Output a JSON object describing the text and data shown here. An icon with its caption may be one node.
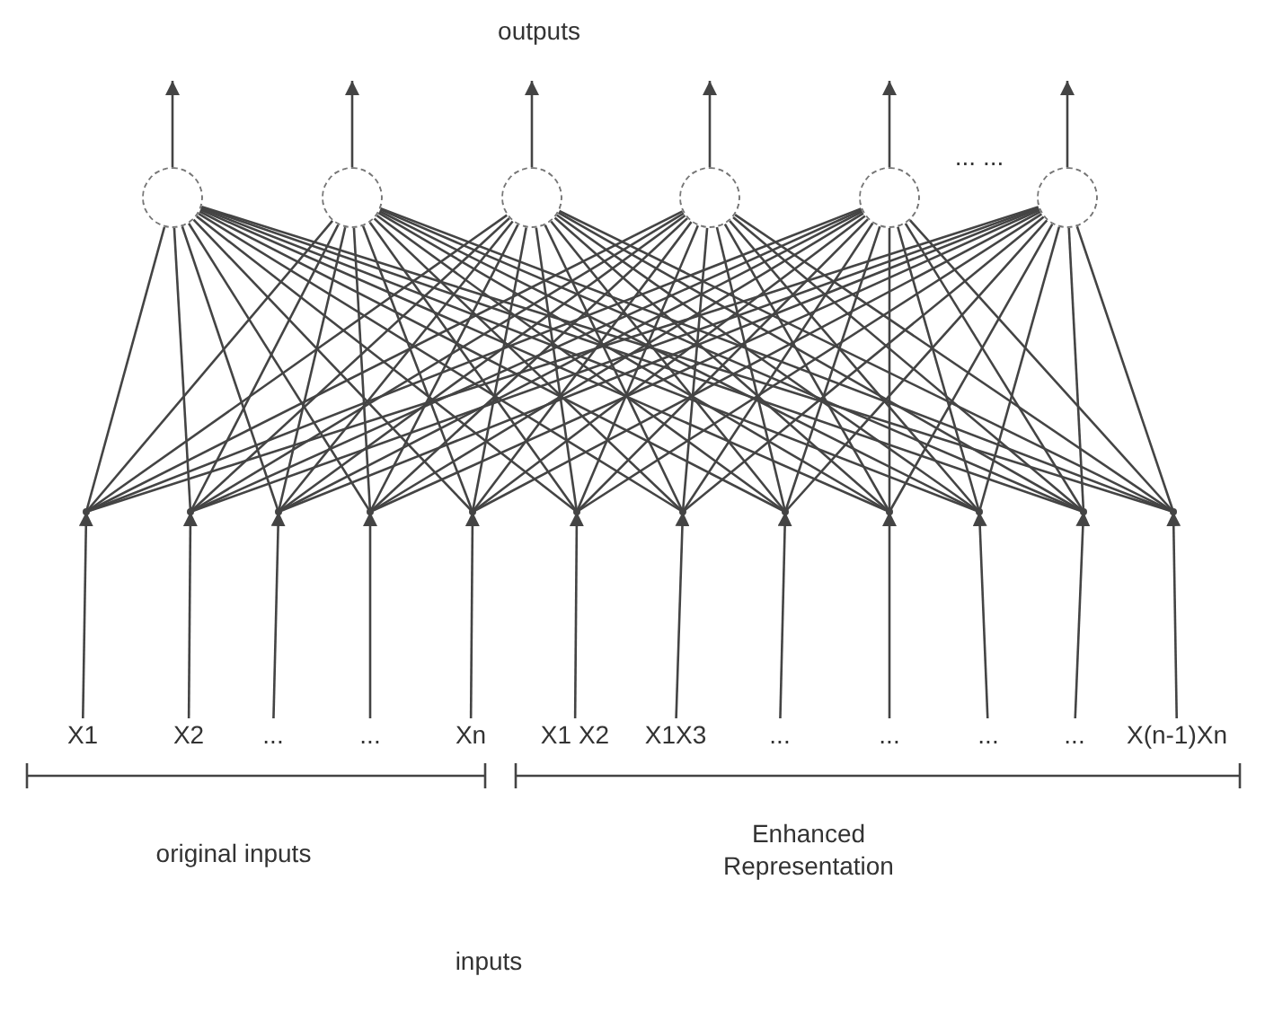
{
  "diagram": {
    "nodes": [
      {
        "text": [],
        "shape": "circle"
      },
      {
        "text": [],
        "shape": "circle"
      },
      {
        "text": [],
        "shape": "circle"
      },
      {
        "text": [],
        "shape": "circle"
      },
      {
        "text": [],
        "shape": "circle"
      },
      {
        "text": [],
        "shape": "circle"
      },
      {
        "text": [],
        "shape": "point"
      },
      {
        "text": [],
        "shape": "point"
      },
      {
        "text": [],
        "shape": "point"
      },
      {
        "text": [],
        "shape": "point"
      },
      {
        "text": [],
        "shape": "point"
      },
      {
        "text": [],
        "shape": "point"
      },
      {
        "text": [],
        "shape": "point"
      },
      {
        "text": [],
        "shape": "point"
      },
      {
        "text": [],
        "shape": "point"
      },
      {
        "text": [],
        "shape": "point"
      },
      {
        "text": [],
        "shape": "point"
      },
      {
        "text": [],
        "shape": "point"
      },
      {
        "text": [
          "X1"
        ]
      },
      {
        "text": [
          "X2"
        ]
      },
      {
        "text": [
          "..."
        ]
      },
      {
        "text": [
          "..."
        ]
      },
      {
        "text": [
          "Xn"
        ]
      },
      {
        "text": [
          "X1 X2"
        ]
      },
      {
        "text": [
          "X1X3"
        ]
      },
      {
        "text": [
          "..."
        ]
      },
      {
        "text": [
          "..."
        ]
      },
      {
        "text": [
          "..."
        ]
      },
      {
        "text": [
          "..."
        ]
      },
      {
        "text": [
          "X(n-1)Xn"
        ]
      }
    ],
    "edges": [
      {
        "from": 0,
        "to": null,
        "arrow": "to"
      },
      {
        "from": 1,
        "to": null,
        "arrow": "to"
      },
      {
        "from": 2,
        "to": null,
        "arrow": "to"
      },
      {
        "from": 3,
        "to": null,
        "arrow": "to"
      },
      {
        "from": 4,
        "to": null,
        "arrow": "to"
      },
      {
        "from": 5,
        "to": null,
        "arrow": "to"
      },
      {
        "from": 18,
        "to": 6,
        "arrow": "to"
      },
      {
        "from": 19,
        "to": 7,
        "arrow": "to"
      },
      {
        "from": 20,
        "to": 8,
        "arrow": "to"
      },
      {
        "from": 21,
        "to": 9,
        "arrow": "to"
      },
      {
        "from": 22,
        "to": 10,
        "arrow": "to"
      },
      {
        "from": 23,
        "to": 11,
        "arrow": "to"
      },
      {
        "from": 24,
        "to": 12,
        "arrow": "to"
      },
      {
        "from": 25,
        "to": 13,
        "arrow": "to"
      },
      {
        "from": 26,
        "to": 14,
        "arrow": "to"
      },
      {
        "from": 27,
        "to": 15,
        "arrow": "to"
      },
      {
        "from": 28,
        "to": 16,
        "arrow": "to"
      },
      {
        "from": 29,
        "to": 17,
        "arrow": "to"
      },
      {
        "from": 6,
        "to": 0,
        "arrow": "none"
      },
      {
        "from": 6,
        "to": 1,
        "arrow": "none"
      },
      {
        "from": 6,
        "to": 2,
        "arrow": "none"
      },
      {
        "from": 6,
        "to": 3,
        "arrow": "none"
      },
      {
        "from": 6,
        "to": 4,
        "arrow": "none"
      },
      {
        "from": 6,
        "to": 5,
        "arrow": "none"
      },
      {
        "from": 7,
        "to": 0,
        "arrow": "none"
      },
      {
        "from": 7,
        "to": 1,
        "arrow": "none"
      },
      {
        "from": 7,
        "to": 2,
        "arrow": "none"
      },
      {
        "from": 7,
        "to": 3,
        "arrow": "none"
      },
      {
        "from": 7,
        "to": 4,
        "arrow": "none"
      },
      {
        "from": 7,
        "to": 5,
        "arrow": "none"
      },
      {
        "from": 8,
        "to": 0,
        "arrow": "none"
      },
      {
        "from": 8,
        "to": 1,
        "arrow": "none"
      },
      {
        "from": 8,
        "to": 2,
        "arrow": "none"
      },
      {
        "from": 8,
        "to": 3,
        "arrow": "none"
      },
      {
        "from": 8,
        "to": 4,
        "arrow": "none"
      },
      {
        "from": 8,
        "to": 5,
        "arrow": "none"
      },
      {
        "from": 9,
        "to": 0,
        "arrow": "none"
      },
      {
        "from": 9,
        "to": 1,
        "arrow": "none"
      },
      {
        "from": 9,
        "to": 2,
        "arrow": "none"
      },
      {
        "from": 9,
        "to": 3,
        "arrow": "none"
      },
      {
        "from": 9,
        "to": 4,
        "arrow": "none"
      },
      {
        "from": 9,
        "to": 5,
        "arrow": "none"
      },
      {
        "from": 10,
        "to": 0,
        "arrow": "none"
      },
      {
        "from": 10,
        "to": 1,
        "arrow": "none"
      },
      {
        "from": 10,
        "to": 2,
        "arrow": "none"
      },
      {
        "from": 10,
        "to": 3,
        "arrow": "none"
      },
      {
        "from": 10,
        "to": 4,
        "arrow": "none"
      },
      {
        "from": 10,
        "to": 5,
        "arrow": "none"
      },
      {
        "from": 11,
        "to": 0,
        "arrow": "none"
      },
      {
        "from": 11,
        "to": 1,
        "arrow": "none"
      },
      {
        "from": 11,
        "to": 2,
        "arrow": "none"
      },
      {
        "from": 11,
        "to": 3,
        "arrow": "none"
      },
      {
        "from": 11,
        "to": 4,
        "arrow": "none"
      },
      {
        "from": 11,
        "to": 5,
        "arrow": "none"
      },
      {
        "from": 12,
        "to": 0,
        "arrow": "none"
      },
      {
        "from": 12,
        "to": 1,
        "arrow": "none"
      },
      {
        "from": 12,
        "to": 2,
        "arrow": "none"
      },
      {
        "from": 12,
        "to": 3,
        "arrow": "none"
      },
      {
        "from": 12,
        "to": 4,
        "arrow": "none"
      },
      {
        "from": 12,
        "to": 5,
        "arrow": "none"
      },
      {
        "from": 13,
        "to": 0,
        "arrow": "none"
      },
      {
        "from": 13,
        "to": 1,
        "arrow": "none"
      },
      {
        "from": 13,
        "to": 2,
        "arrow": "none"
      },
      {
        "from": 13,
        "to": 3,
        "arrow": "none"
      },
      {
        "from": 13,
        "to": 4,
        "arrow": "none"
      },
      {
        "from": 13,
        "to": 5,
        "arrow": "none"
      },
      {
        "from": 14,
        "to": 0,
        "arrow": "none"
      },
      {
        "from": 14,
        "to": 1,
        "arrow": "none"
      },
      {
        "from": 14,
        "to": 2,
        "arrow": "none"
      },
      {
        "from": 14,
        "to": 3,
        "arrow": "none"
      },
      {
        "from": 14,
        "to": 4,
        "arrow": "none"
      },
      {
        "from": 14,
        "to": 5,
        "arrow": "none"
      },
      {
        "from": 15,
        "to": 0,
        "arrow": "none"
      },
      {
        "from": 15,
        "to": 1,
        "arrow": "none"
      },
      {
        "from": 15,
        "to": 2,
        "arrow": "none"
      },
      {
        "from": 15,
        "to": 3,
        "arrow": "none"
      },
      {
        "from": 15,
        "to": 4,
        "arrow": "none"
      },
      {
        "from": 15,
        "to": 5,
        "arrow": "none"
      },
      {
        "from": 16,
        "to": 0,
        "arrow": "none"
      },
      {
        "from": 16,
        "to": 1,
        "arrow": "none"
      },
      {
        "from": 16,
        "to": 2,
        "arrow": "none"
      },
      {
        "from": 16,
        "to": 3,
        "arrow": "none"
      },
      {
        "from": 16,
        "to": 4,
        "arrow": "none"
      },
      {
        "from": 16,
        "to": 5,
        "arrow": "none"
      },
      {
        "from": 17,
        "to": 0,
        "arrow": "none"
      },
      {
        "from": 17,
        "to": 1,
        "arrow": "none"
      },
      {
        "from": 17,
        "to": 2,
        "arrow": "none"
      },
      {
        "from": 17,
        "to": 3,
        "arrow": "none"
      },
      {
        "from": 17,
        "to": 4,
        "arrow": "none"
      },
      {
        "from": 17,
        "to": 5,
        "arrow": "none"
      }
    ],
    "labels": [
      "outputs",
      "... ...",
      "original inputs",
      "Enhanced Representation",
      "inputs"
    ]
  }
}
